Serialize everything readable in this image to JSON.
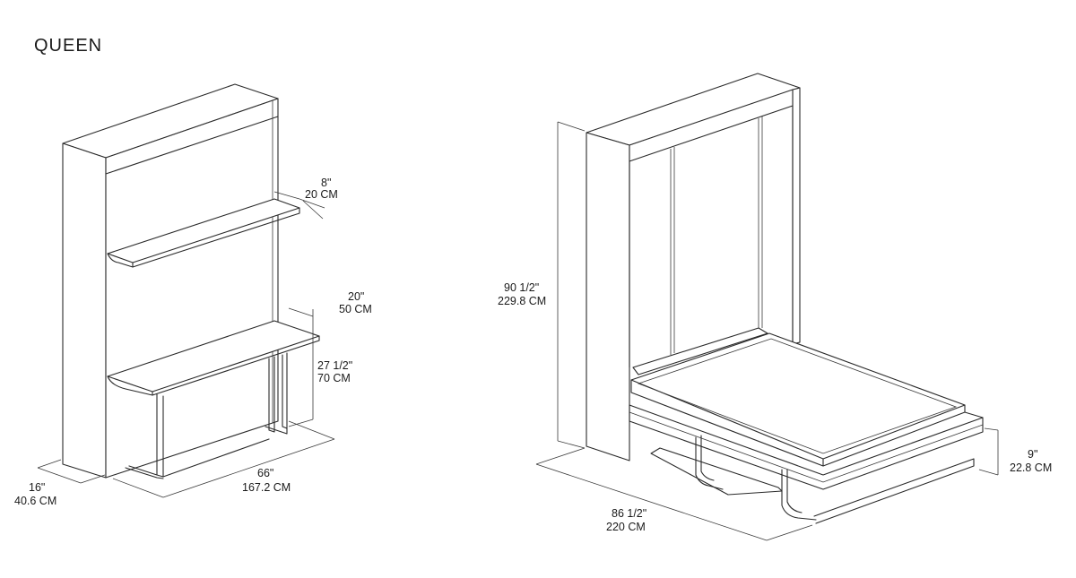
{
  "title": "QUEEN",
  "left_unit": {
    "shelf_depth": {
      "imperial": "8\"",
      "metric": "20 CM"
    },
    "desk_depth": {
      "imperial": "20\"",
      "metric": "50 CM"
    },
    "desk_height": {
      "imperial": "27 1/2\"",
      "metric": "70 CM"
    },
    "cabinet_width": {
      "imperial": "66\"",
      "metric": "167.2 CM"
    },
    "cabinet_depth": {
      "imperial": "16\"",
      "metric": "40.6 CM"
    }
  },
  "right_unit": {
    "height": {
      "imperial": "90 1/2\"",
      "metric": "229.8 CM"
    },
    "open_length": {
      "imperial": "86 1/2\"",
      "metric": "220 CM"
    },
    "bed_height": {
      "imperial": "9\"",
      "metric": "22.8 CM"
    }
  }
}
